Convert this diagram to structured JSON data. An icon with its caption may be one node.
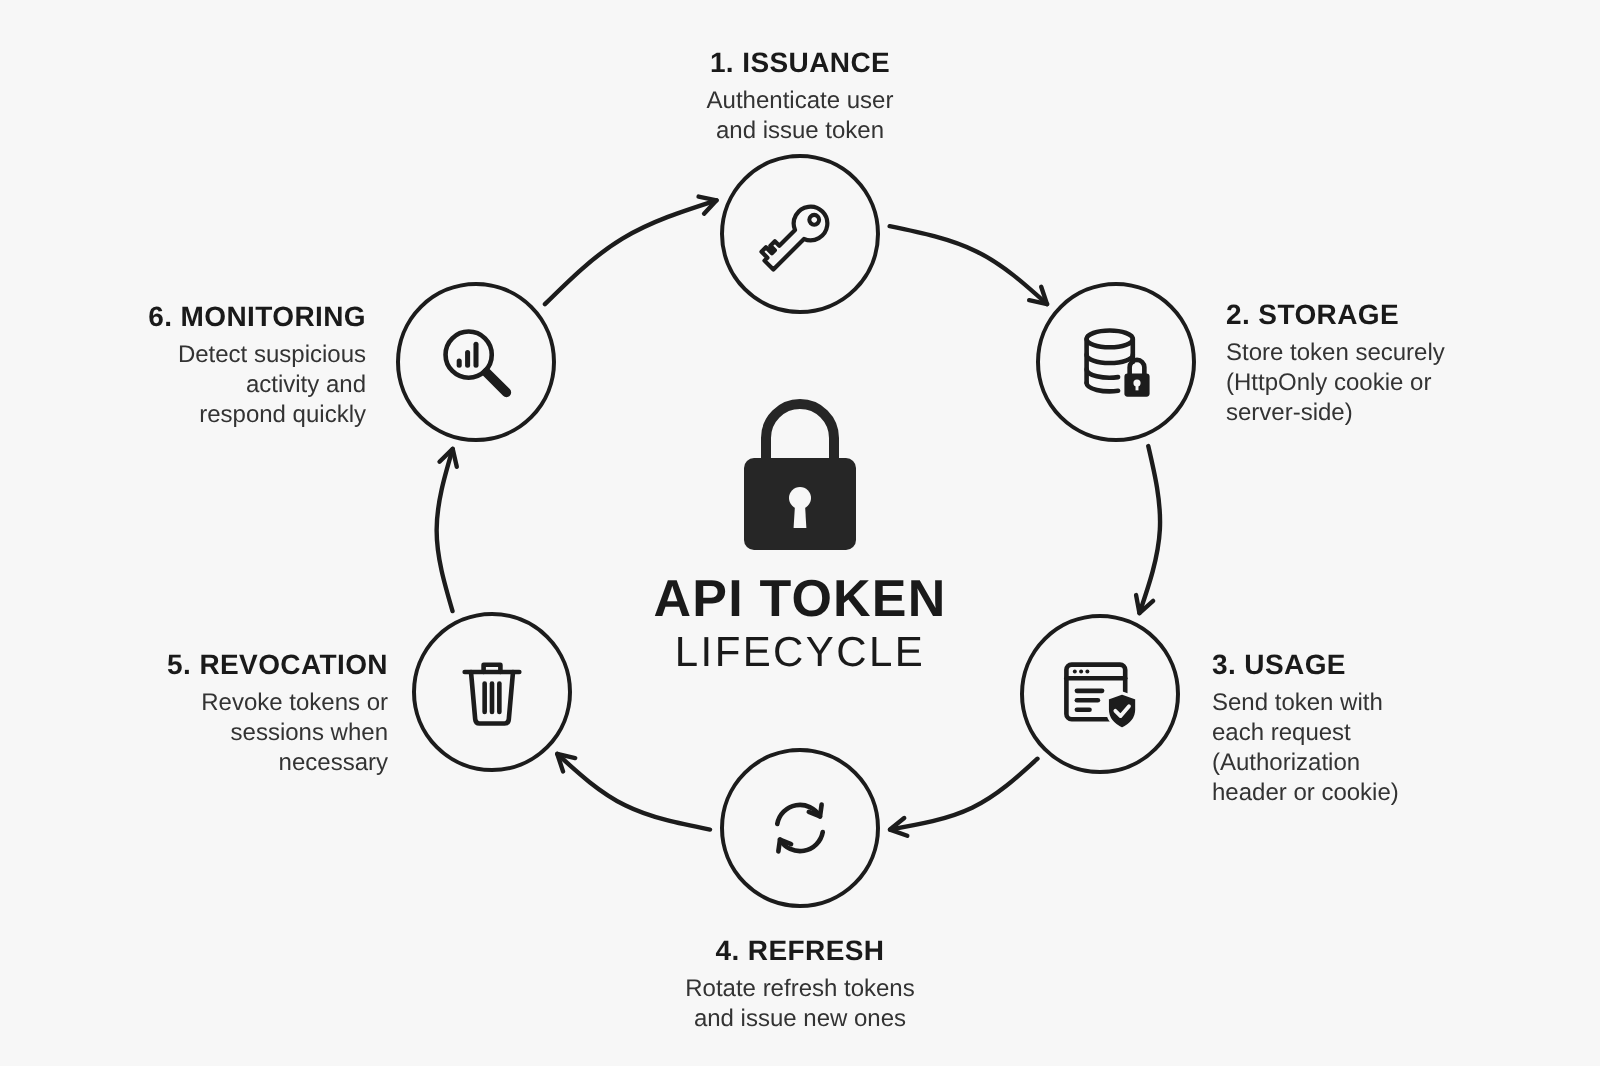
{
  "diagram": {
    "title": "**API TOKEN** LIFECYCLE",
    "nodes": [
      {
        "text": [
          "1. ISSUANCE",
          "Authenticate user and issue token"
        ]
      },
      {
        "text": [
          "2. STORAGE",
          "Store token securely (HttpOnly cookie or server-side)"
        ]
      },
      {
        "text": [
          "3. USAGE",
          "Send token with each request (Authorization header or cookie)"
        ]
      },
      {
        "text": [
          "4. REFRESH",
          "Rotate refresh tokens and issue new ones"
        ]
      },
      {
        "text": [
          "5. REVOCATION",
          "Revoke tokens or sessions when necessary"
        ]
      },
      {
        "text": [
          "6. MONITORING",
          "Detect suspicious activity and respond quickly"
        ]
      }
    ],
    "edges": [
      {
        "from": 0,
        "to": 1,
        "arrow": "to"
      },
      {
        "from": 1,
        "to": 2,
        "arrow": "to"
      },
      {
        "from": 2,
        "to": 3,
        "arrow": "to"
      },
      {
        "from": 3,
        "to": 4,
        "arrow": "to"
      },
      {
        "from": 4,
        "to": 5,
        "arrow": "to"
      },
      {
        "from": 5,
        "to": 0,
        "arrow": "to"
      }
    ]
  }
}
